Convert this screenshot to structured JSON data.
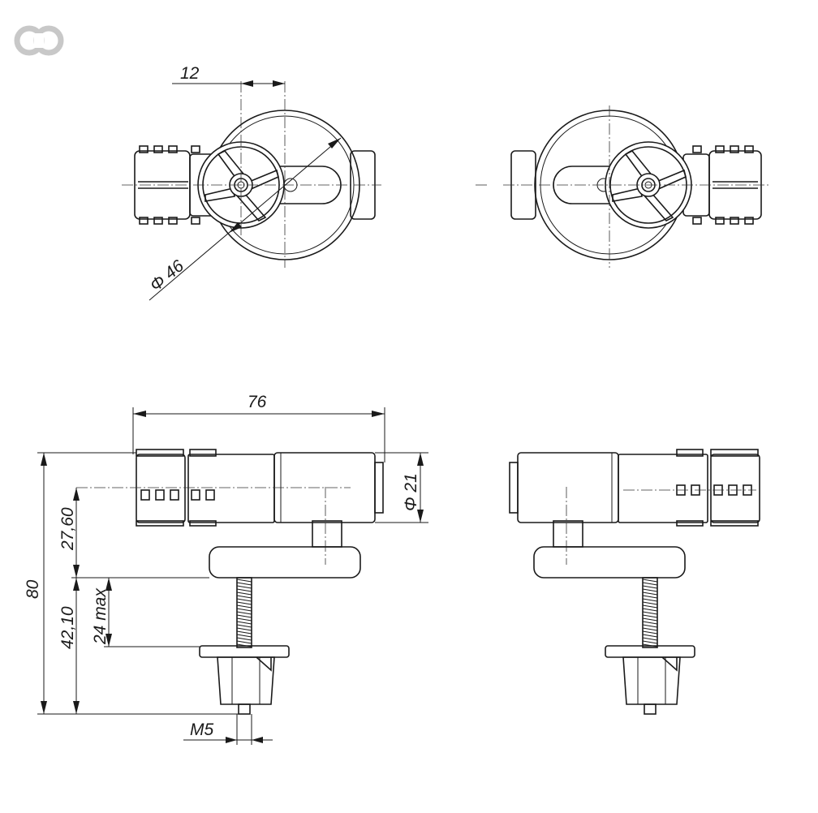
{
  "logo": {
    "name": "chain-link-logo",
    "color": "#c8c8c8"
  },
  "dimensions": {
    "top_offset": "12",
    "diameter_large": "Φ 46",
    "overall_length": "76",
    "diameter_small": "Φ 21",
    "total_height": "80",
    "upper_height": "27,60",
    "lower_height": "42,10",
    "clamp_range": "24 max",
    "thread": "M5"
  },
  "colors": {
    "line": "#1a1a1a",
    "background": "#ffffff"
  }
}
